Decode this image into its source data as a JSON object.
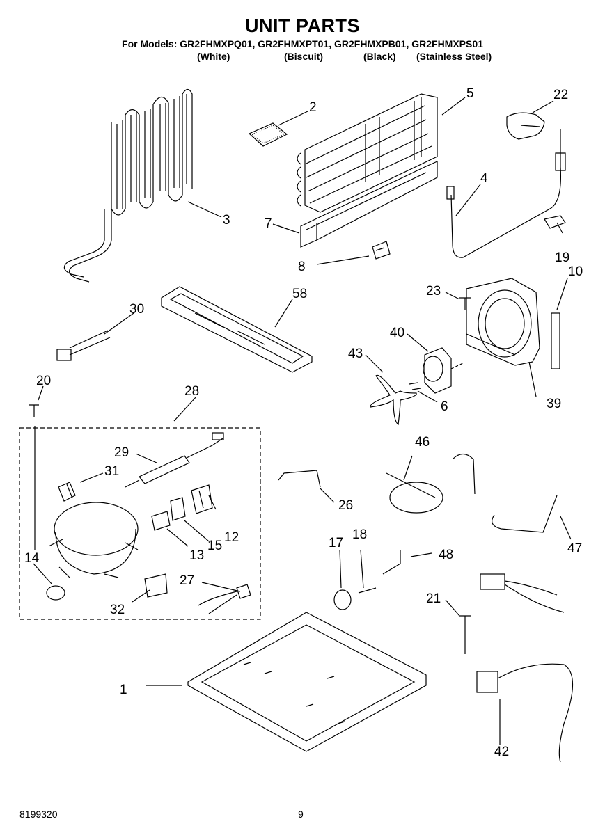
{
  "header": {
    "title": "UNIT PARTS",
    "models": "For Models: GR2FHMXPQ01, GR2FHMXPT01, GR2FHMXPB01, GR2FHMXPS01",
    "finishes": [
      "(White)",
      "(Biscuit)",
      "(Black)",
      "(Stainless Steel)"
    ]
  },
  "callouts": [
    "1",
    "2",
    "3",
    "4",
    "5",
    "6",
    "7",
    "8",
    "10",
    "12",
    "13",
    "14",
    "15",
    "17",
    "18",
    "19",
    "20",
    "21",
    "22",
    "23",
    "26",
    "27",
    "28",
    "29",
    "30",
    "31",
    "32",
    "39",
    "40",
    "42",
    "43",
    "46",
    "47",
    "48",
    "58"
  ],
  "footer": {
    "doc_number": "8199320",
    "page_number": "9"
  }
}
